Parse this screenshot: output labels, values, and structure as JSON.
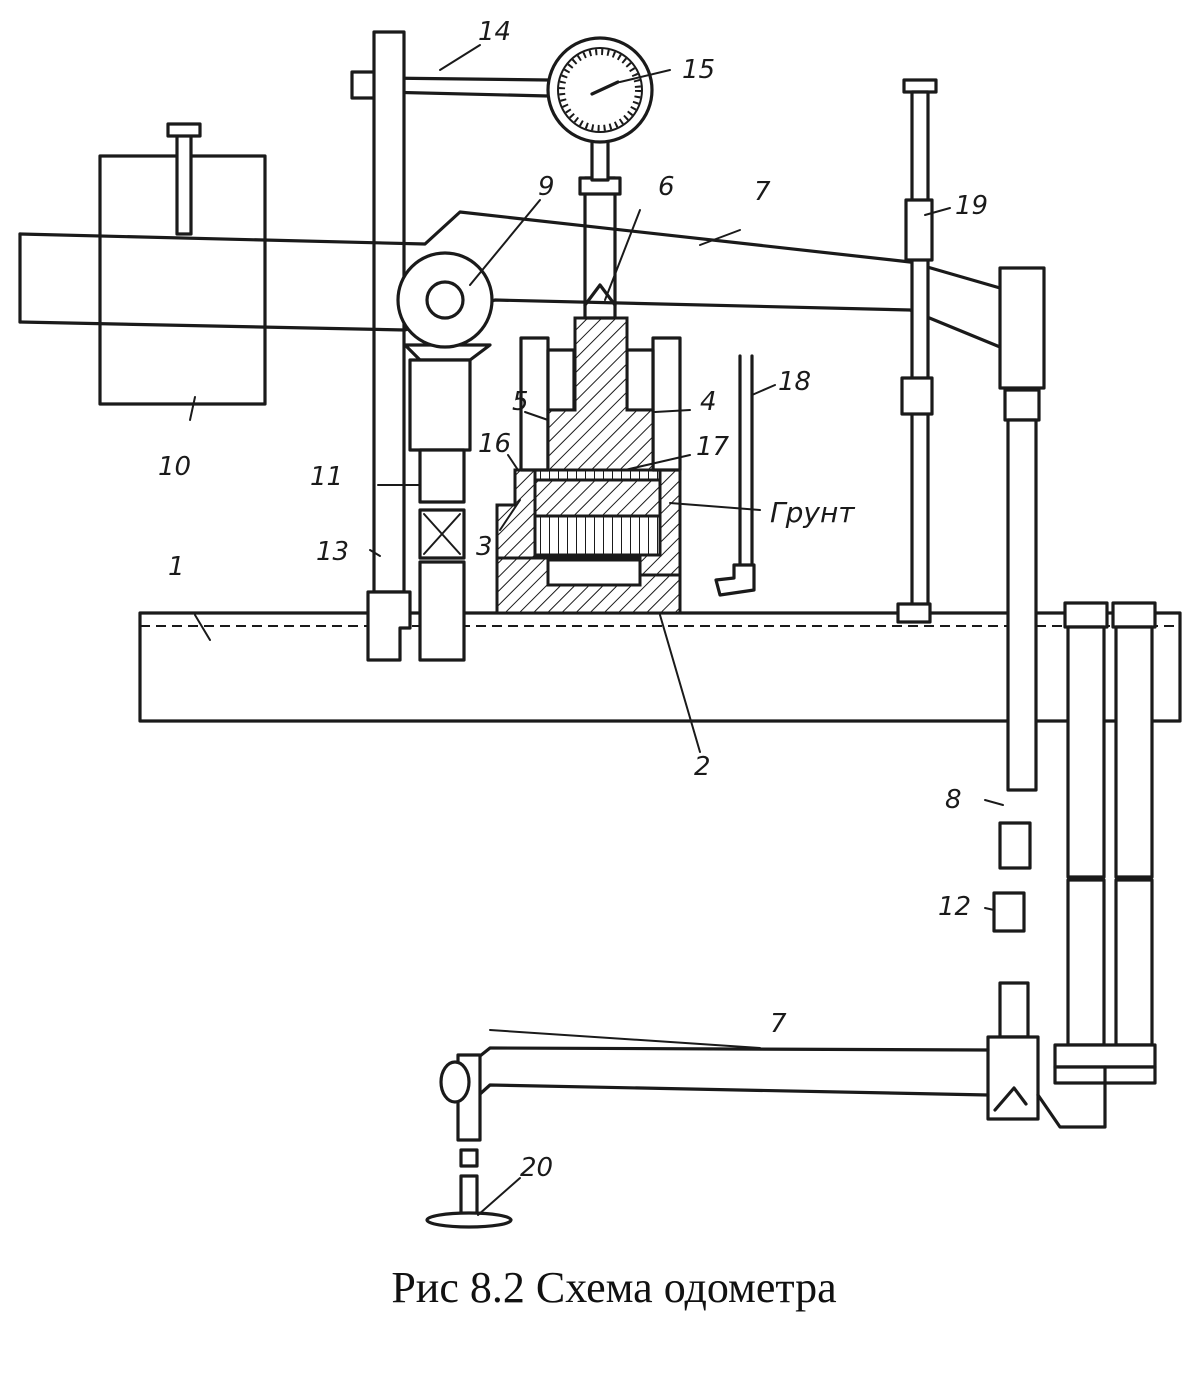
{
  "figure": {
    "caption": "Рис 8.2 Схема одометра",
    "soil_label": "Грунт",
    "part_labels": [
      "1",
      "2",
      "3",
      "4",
      "5",
      "6",
      "7",
      "7",
      "8",
      "9",
      "10",
      "11",
      "12",
      "13",
      "14",
      "15",
      "16",
      "17",
      "18",
      "19",
      "20"
    ]
  }
}
